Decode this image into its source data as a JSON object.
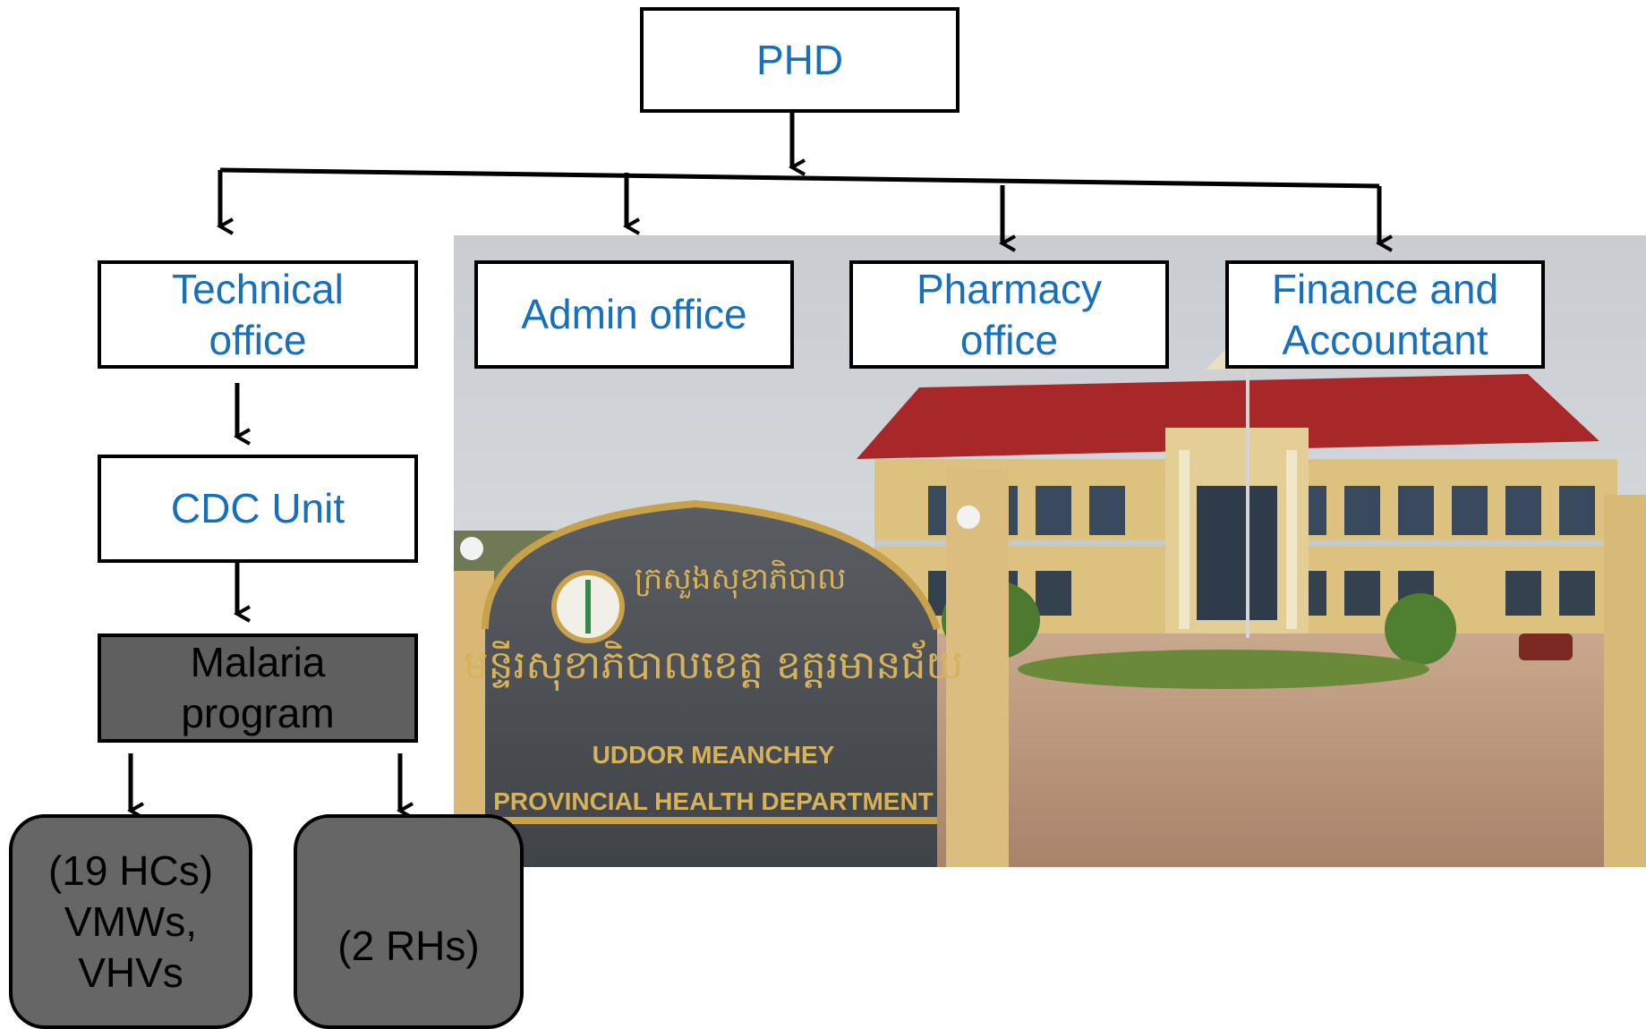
{
  "diagram": {
    "root": {
      "label": "PHD"
    },
    "offices": [
      {
        "id": "technical",
        "label": "Technical\noffice"
      },
      {
        "id": "admin",
        "label": "Admin office"
      },
      {
        "id": "pharmacy",
        "label": "Pharmacy\noffice"
      },
      {
        "id": "finance",
        "label": "Finance and\nAccountant"
      }
    ],
    "cdc": {
      "label": "CDC Unit"
    },
    "malaria": {
      "label": "Malaria\nprogram"
    },
    "hc": {
      "label": "(19 HCs)\nVMWs,\nVHVs"
    },
    "rh": {
      "label": "(2 RHs)"
    }
  },
  "photo": {
    "sign_khmer_top": "ក្រសួងសុខាភិបាល",
    "sign_khmer_main": "មន្ទីរសុខាភិបាលខេត្ត ឧត្តរមានជ័យ",
    "sign_line1": "UDDOR MEANCHEY",
    "sign_line2": "PROVINCIAL HEALTH DEPARTMENT"
  },
  "colors": {
    "label_blue": "#1670bd",
    "dark_box": "#5f5f5f",
    "rounded_box": "#666666"
  }
}
